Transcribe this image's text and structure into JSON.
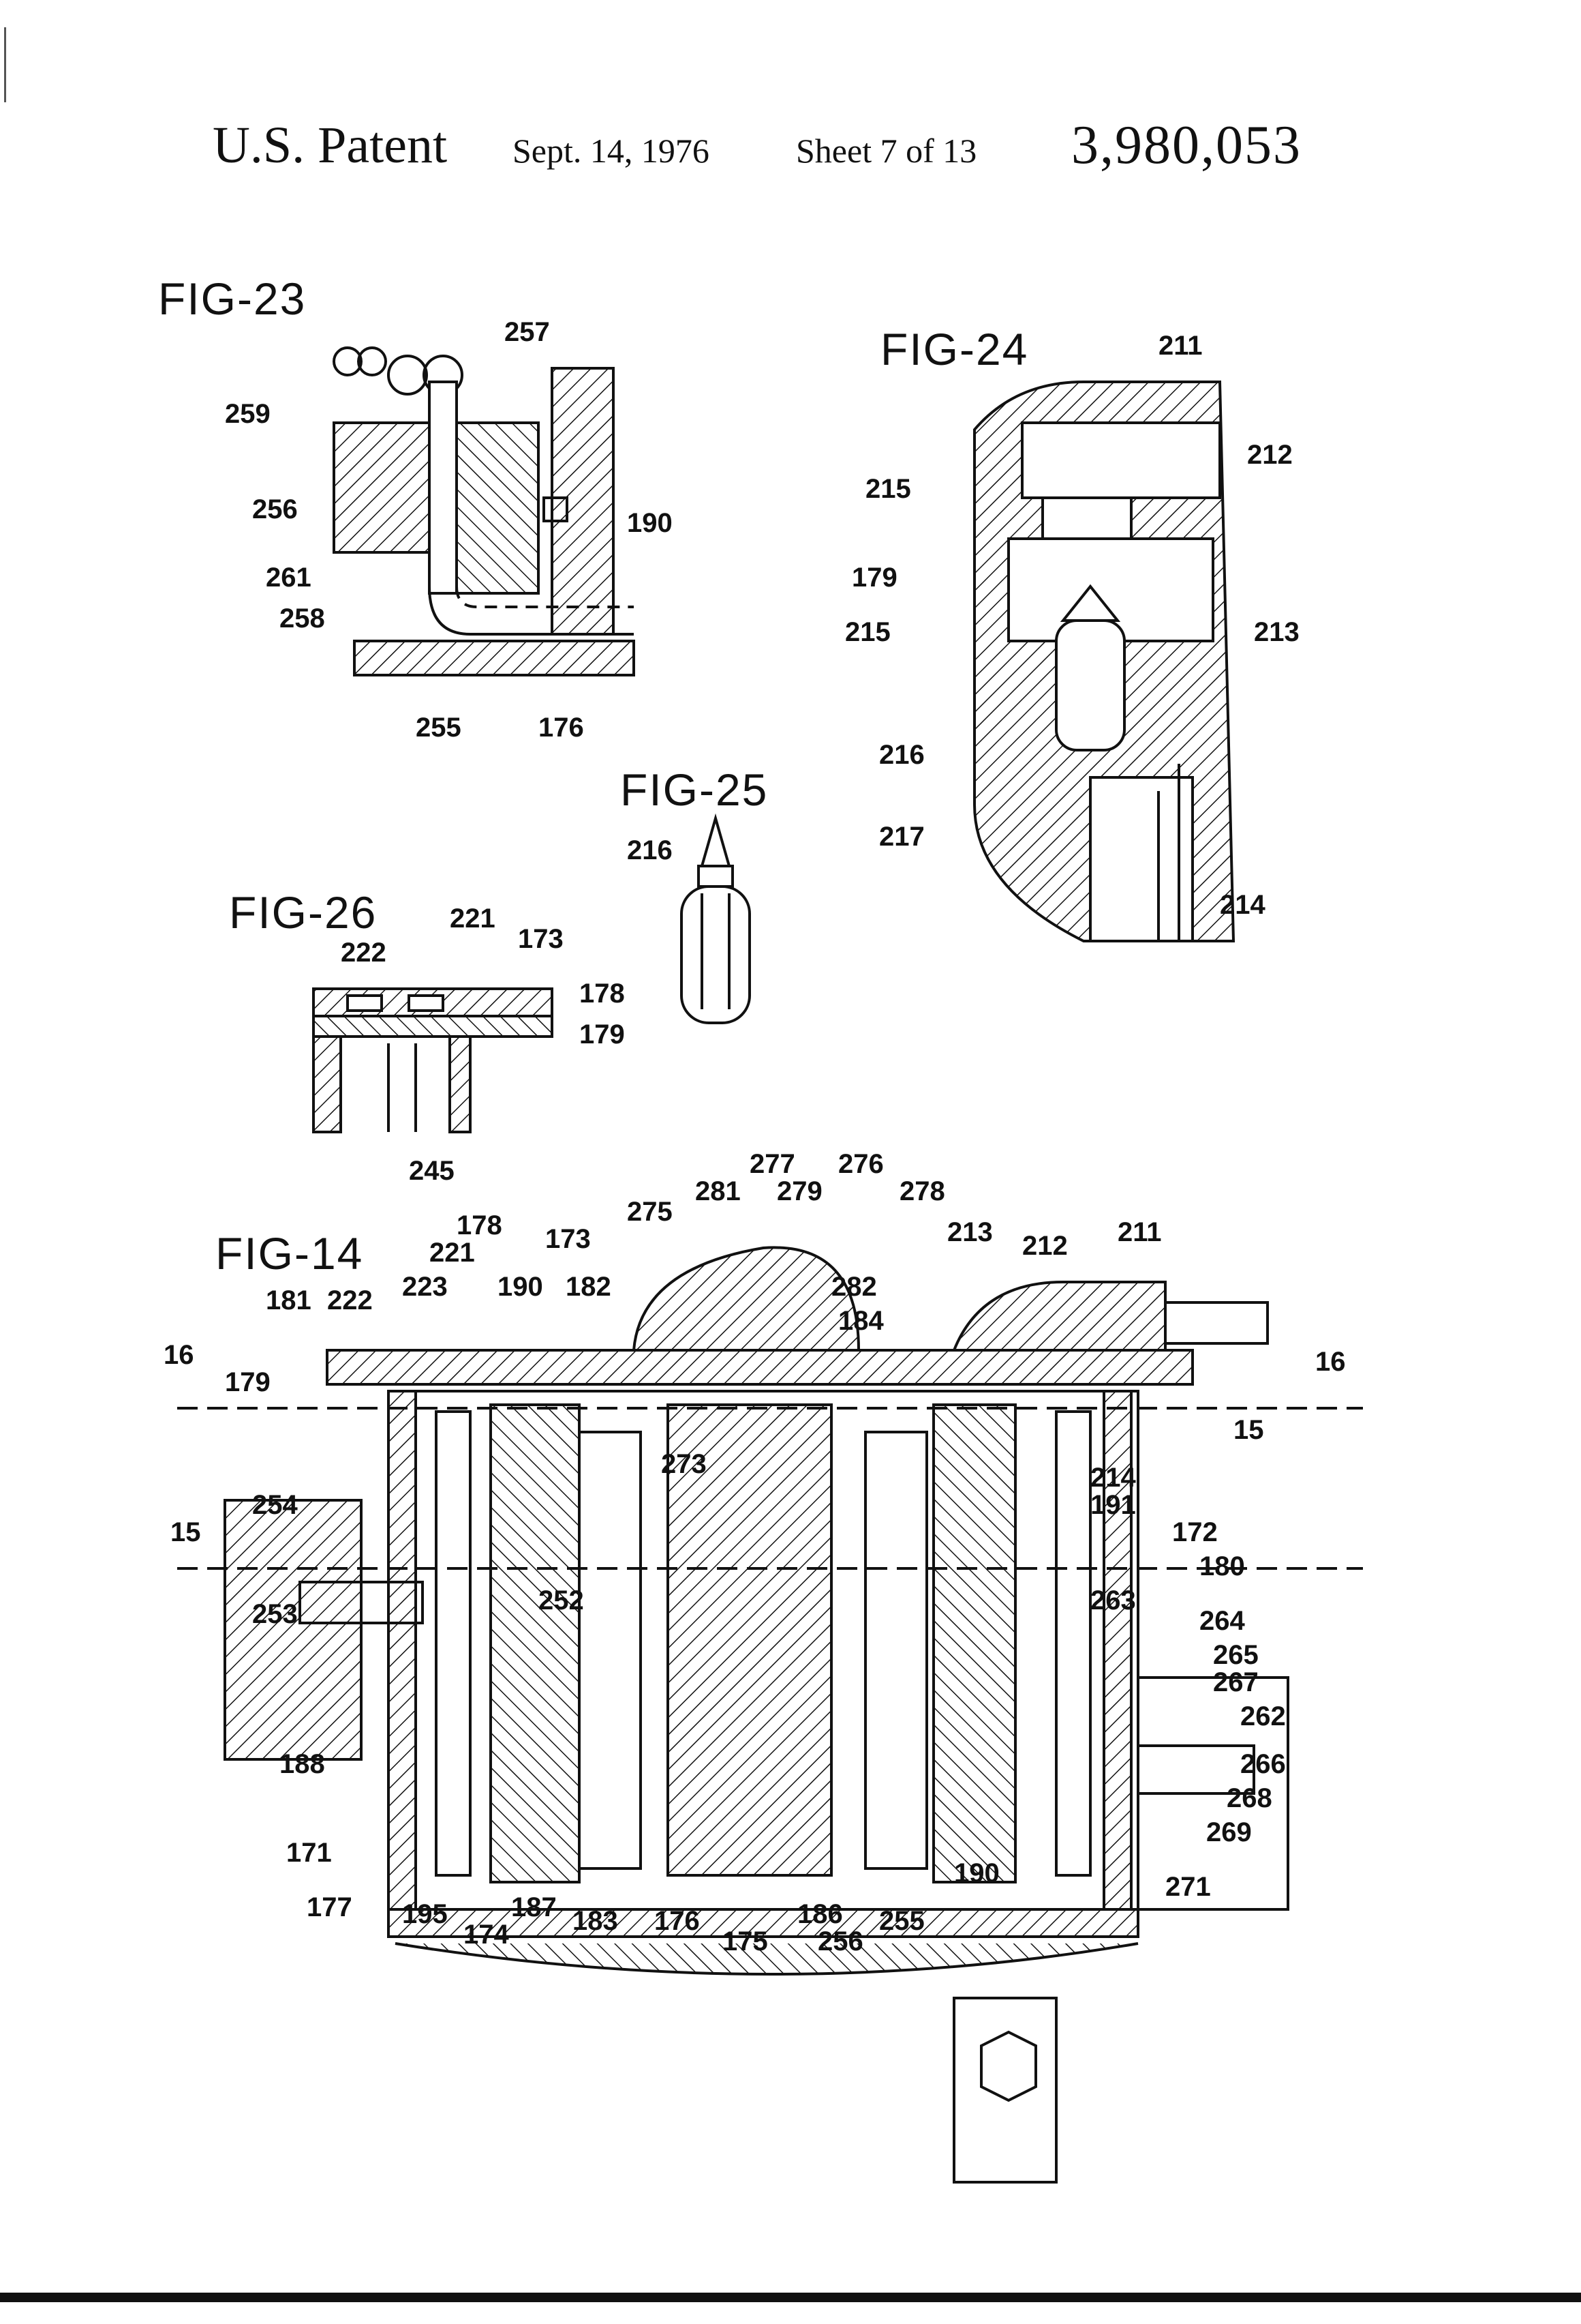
{
  "header": {
    "title": "U.S. Patent",
    "date": "Sept. 14, 1976",
    "sheet": "Sheet 7 of 13",
    "patent_number": "3,980,053"
  },
  "figures": {
    "fig23": {
      "label": "FIG-23",
      "refs": [
        "257",
        "259",
        "256",
        "261",
        "258",
        "190",
        "255",
        "176"
      ]
    },
    "fig24": {
      "label": "FIG-24",
      "refs": [
        "211",
        "212",
        "215",
        "179",
        "215",
        "213",
        "216",
        "217",
        "214"
      ]
    },
    "fig25": {
      "label": "FIG-25",
      "refs": [
        "216"
      ]
    },
    "fig26": {
      "label": "FIG-26",
      "refs": [
        "221",
        "173",
        "222",
        "178",
        "179",
        "245"
      ]
    },
    "fig14": {
      "label": "FIG-14",
      "refs": [
        "277",
        "276",
        "281",
        "279",
        "278",
        "275",
        "213",
        "212",
        "211",
        "178",
        "173",
        "221",
        "223",
        "190",
        "182",
        "282",
        "181",
        "222",
        "184",
        "16",
        "16",
        "179",
        "15",
        "273",
        "214",
        "191",
        "254",
        "172",
        "15",
        "180",
        "253",
        "252",
        "263",
        "264",
        "265",
        "267",
        "262",
        "188",
        "266",
        "268",
        "269",
        "171",
        "190",
        "271",
        "177",
        "195",
        "187",
        "183",
        "176",
        "186",
        "256",
        "255",
        "174",
        "175"
      ]
    }
  },
  "colors": {
    "ink": "#111111",
    "paper": "#ffffff"
  }
}
